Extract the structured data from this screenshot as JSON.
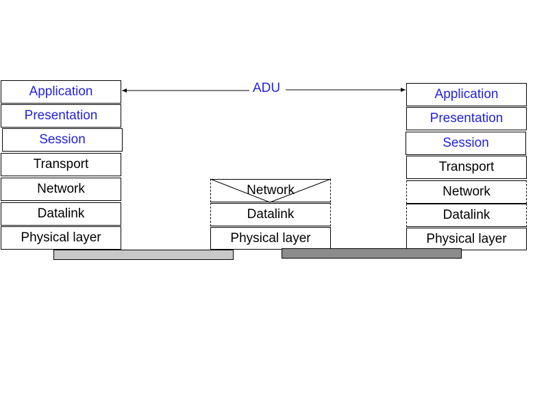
{
  "left_stack": {
    "layers": [
      {
        "label": "Application",
        "kind": "upper"
      },
      {
        "label": "Presentation",
        "kind": "upper"
      },
      {
        "label": "Session",
        "kind": "upper"
      },
      {
        "label": "Transport",
        "kind": "lower"
      },
      {
        "label": "Network",
        "kind": "lower"
      },
      {
        "label": "Datalink",
        "kind": "lower"
      },
      {
        "label": "Physical layer",
        "kind": "lower"
      }
    ]
  },
  "middle_stack": {
    "layers": [
      {
        "label": "Network"
      },
      {
        "label": "Datalink"
      },
      {
        "label": "Physical layer"
      }
    ]
  },
  "right_stack": {
    "layers": [
      {
        "label": "Application",
        "kind": "upper"
      },
      {
        "label": "Presentation",
        "kind": "upper"
      },
      {
        "label": "Session",
        "kind": "upper"
      },
      {
        "label": "Transport",
        "kind": "lower"
      },
      {
        "label": "Network",
        "kind": "lower"
      },
      {
        "label": "Datalink",
        "kind": "lower"
      },
      {
        "label": "Physical layer",
        "kind": "lower"
      }
    ]
  },
  "adu": {
    "label": "ADU"
  },
  "colors": {
    "upper_layer_text": "#2222dd",
    "lower_layer_text": "#000000",
    "link_left": "#c8c8c8",
    "link_right": "#8c8c8c"
  }
}
